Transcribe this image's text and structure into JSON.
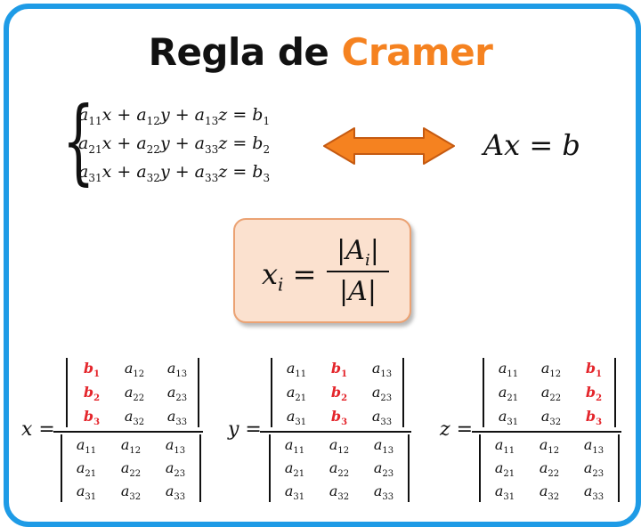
{
  "title": {
    "part1": "Regla de ",
    "part2": "Cramer",
    "accent_color": "#f58220"
  },
  "frame_color": "#1e9be6",
  "system": {
    "rows": [
      {
        "terms": [
          [
            "a",
            "11",
            "x"
          ],
          [
            "a",
            "12",
            "y"
          ],
          [
            "a",
            "13",
            "z"
          ]
        ],
        "rhs": [
          "b",
          "1"
        ]
      },
      {
        "terms": [
          [
            "a",
            "21",
            "x"
          ],
          [
            "a",
            "22",
            "y"
          ],
          [
            "a",
            "33",
            "z"
          ]
        ],
        "rhs": [
          "b",
          "2"
        ]
      },
      {
        "terms": [
          [
            "a",
            "31",
            "x"
          ],
          [
            "a",
            "32",
            "y"
          ],
          [
            "a",
            "33",
            "z"
          ]
        ],
        "rhs": [
          "b",
          "3"
        ]
      }
    ]
  },
  "arrow": {
    "icon": "double-arrow-icon",
    "fill": "#f58220",
    "stroke": "#c55a11"
  },
  "matrix_form": {
    "lhs": "Ax",
    "eq": "=",
    "rhs": "b"
  },
  "formula": {
    "lhs": "x",
    "lhs_sub": "i",
    "numerator": "A",
    "numerator_sub": "i",
    "denominator": "A"
  },
  "highlight_color": "#e4252b",
  "cramer": [
    {
      "var": "x",
      "numerator": [
        [
          [
            "b",
            "1",
            true
          ],
          [
            "a",
            "12",
            false
          ],
          [
            "a",
            "13",
            false
          ]
        ],
        [
          [
            "b",
            "2",
            true
          ],
          [
            "a",
            "22",
            false
          ],
          [
            "a",
            "23",
            false
          ]
        ],
        [
          [
            "b",
            "3",
            true
          ],
          [
            "a",
            "32",
            false
          ],
          [
            "a",
            "33",
            false
          ]
        ]
      ],
      "denominator": [
        [
          "a",
          "11"
        ],
        [
          "a",
          "12"
        ],
        [
          "a",
          "13"
        ],
        [
          "a",
          "21"
        ],
        [
          "a",
          "22"
        ],
        [
          "a",
          "23"
        ],
        [
          "a",
          "31"
        ],
        [
          "a",
          "32"
        ],
        [
          "a",
          "33"
        ]
      ]
    },
    {
      "var": "y",
      "numerator": [
        [
          [
            "a",
            "11",
            false
          ],
          [
            "b",
            "1",
            true
          ],
          [
            "a",
            "13",
            false
          ]
        ],
        [
          [
            "a",
            "21",
            false
          ],
          [
            "b",
            "2",
            true
          ],
          [
            "a",
            "23",
            false
          ]
        ],
        [
          [
            "a",
            "31",
            false
          ],
          [
            "b",
            "3",
            true
          ],
          [
            "a",
            "33",
            false
          ]
        ]
      ],
      "denominator": [
        [
          "a",
          "11"
        ],
        [
          "a",
          "12"
        ],
        [
          "a",
          "13"
        ],
        [
          "a",
          "21"
        ],
        [
          "a",
          "22"
        ],
        [
          "a",
          "23"
        ],
        [
          "a",
          "31"
        ],
        [
          "a",
          "32"
        ],
        [
          "a",
          "33"
        ]
      ]
    },
    {
      "var": "z",
      "numerator": [
        [
          [
            "a",
            "11",
            false
          ],
          [
            "a",
            "12",
            false
          ],
          [
            "b",
            "1",
            true
          ]
        ],
        [
          [
            "a",
            "21",
            false
          ],
          [
            "a",
            "22",
            false
          ],
          [
            "b",
            "2",
            true
          ]
        ],
        [
          [
            "a",
            "31",
            false
          ],
          [
            "a",
            "32",
            false
          ],
          [
            "b",
            "3",
            true
          ]
        ]
      ],
      "denominator": [
        [
          "a",
          "11"
        ],
        [
          "a",
          "12"
        ],
        [
          "a",
          "13"
        ],
        [
          "a",
          "21"
        ],
        [
          "a",
          "22"
        ],
        [
          "a",
          "23"
        ],
        [
          "a",
          "31"
        ],
        [
          "a",
          "32"
        ],
        [
          "a",
          "33"
        ]
      ]
    }
  ]
}
